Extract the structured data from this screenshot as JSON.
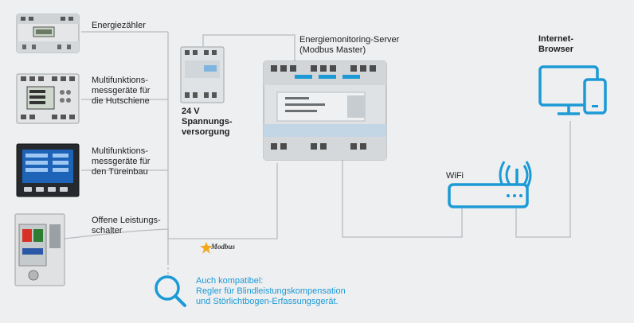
{
  "labels": {
    "energy_meter": "Energiezähler",
    "multi_din": "Multifunktions-\nmessgeräte für\ndie Hutschiene",
    "multi_door": "Multifunktions-\nmessgeräte für\nden Türeinbau",
    "breaker": "Offene Leistungs-\nschalter",
    "power_supply": "24 V\nSpannungs-\nversorgung",
    "server": "Energiemonitoring-Server\n(Modbus Master)",
    "browser": "Internet-\nBrowser",
    "wifi": "WiFi",
    "modbus_logo": "Modbus"
  },
  "compat_note": "Auch kompatibel:\nRegler für Blindleistungskompensation\nund Störlichtbogen-Erfassungsgerät.",
  "icons": [
    "search-icon",
    "monitor-icon",
    "smartphone-icon",
    "wifi-router-icon",
    "modbus-logo"
  ],
  "colors": {
    "background": "#edeff1",
    "line": "#b8bcbf",
    "accent": "#1c9ad6",
    "text": "#1e1e1e"
  }
}
